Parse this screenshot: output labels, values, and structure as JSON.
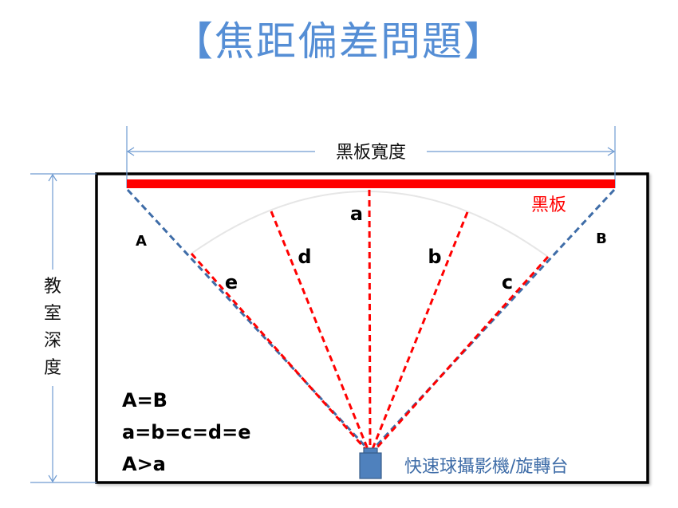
{
  "title": "【焦距偏差問題】",
  "colors": {
    "title": "#558ed5",
    "board": "#ff0000",
    "box_border": "#000000",
    "dim_line": "#6f9bd1",
    "outer_ray": "#3f6da8",
    "inner_ray": "#ff0000",
    "camera_fill": "#4f81bd",
    "camera_stroke": "#385d8a",
    "camera_label": "#3f6da8",
    "arc": "#e6e6e6"
  },
  "dimensions": {
    "width_label": "黑板寬度",
    "depth_label_chars": [
      "教",
      "室",
      "深",
      "度"
    ]
  },
  "board": {
    "label": "黑板"
  },
  "rays": {
    "outer": [
      {
        "label": "A"
      },
      {
        "label": "B"
      }
    ],
    "inner": [
      {
        "label": "e"
      },
      {
        "label": "d"
      },
      {
        "label": "a"
      },
      {
        "label": "b"
      },
      {
        "label": "c"
      }
    ]
  },
  "equations": [
    "A=B",
    "a=b=c=d=e",
    "A>a"
  ],
  "camera": {
    "label": "快速球攝影機/旋轉台"
  }
}
